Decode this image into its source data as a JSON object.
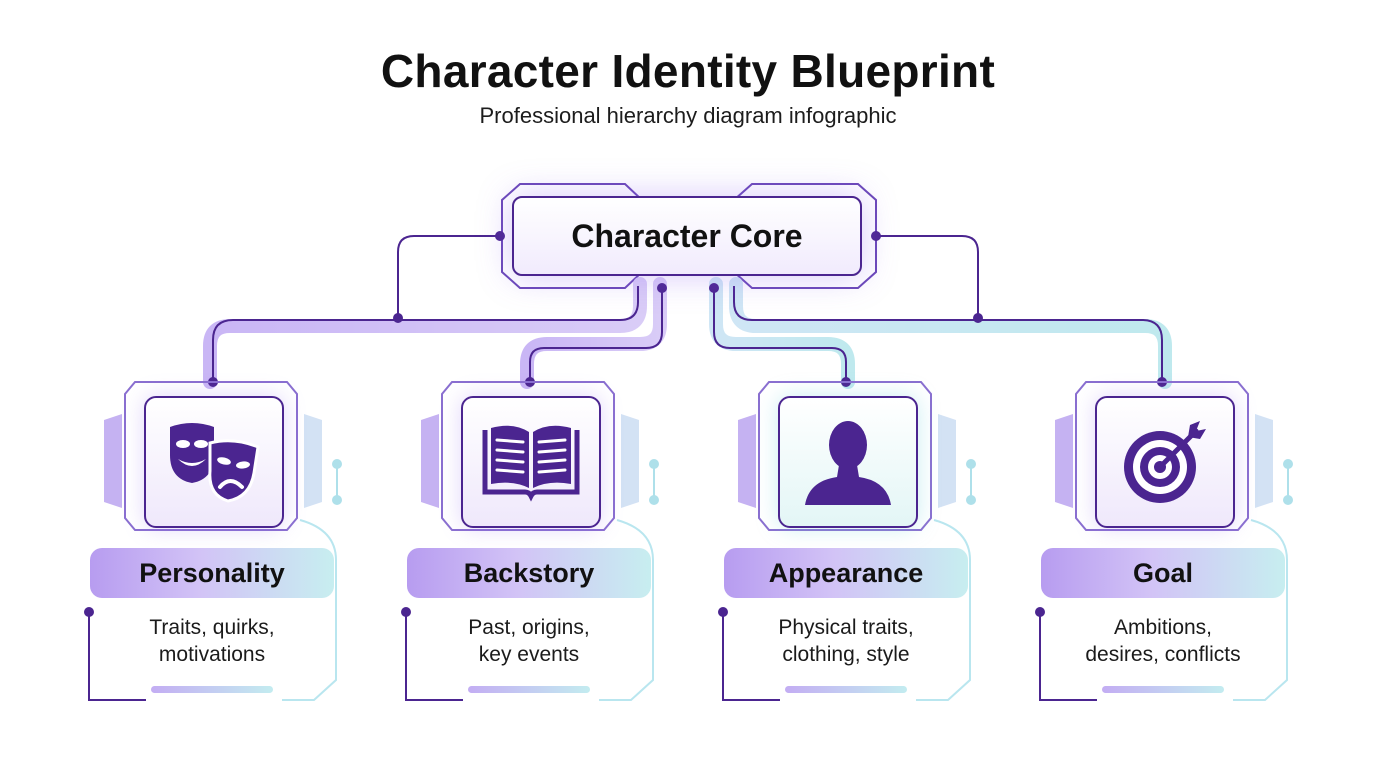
{
  "header": {
    "title": "Character Identity Blueprint",
    "subtitle": "Professional hierarchy diagram infographic"
  },
  "core": {
    "label": "Character Core"
  },
  "colors": {
    "primary": "#4b2590",
    "lavender": "#b79cf0",
    "teal": "#c7eef0"
  },
  "nodes": [
    {
      "label": "Personality",
      "description_lines": [
        "Traits, quirks,",
        "motivations"
      ],
      "icon": "theater-masks-icon"
    },
    {
      "label": "Backstory",
      "description_lines": [
        "Past, origins,",
        "key events"
      ],
      "icon": "open-book-icon"
    },
    {
      "label": "Appearance",
      "description_lines": [
        "Physical traits,",
        "clothing, style"
      ],
      "icon": "person-silhouette-icon"
    },
    {
      "label": "Goal",
      "description_lines": [
        "Ambitions,",
        "desires, conflicts"
      ],
      "icon": "target-arrow-icon"
    }
  ]
}
